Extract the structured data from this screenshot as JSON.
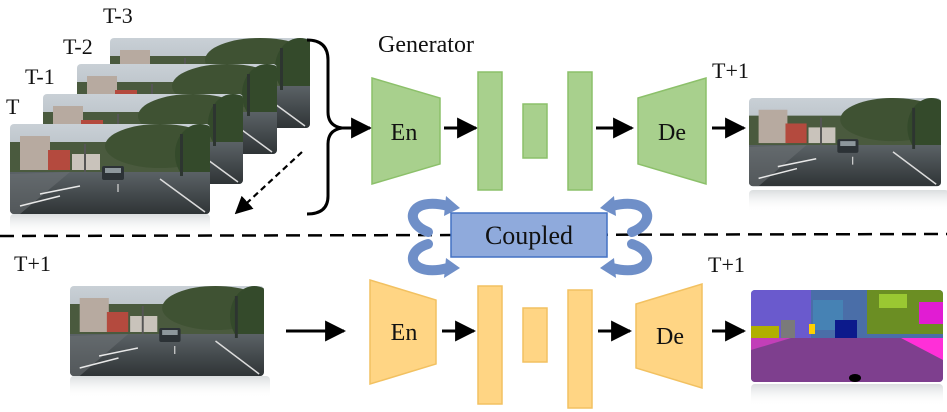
{
  "top": {
    "frame_labels": [
      "T-3",
      "T-2",
      "T-1",
      "T"
    ],
    "generator_title": "Generator",
    "encoder_label": "En",
    "decoder_label": "De",
    "output_label": "T+1"
  },
  "coupled_label": "Coupled",
  "bottom": {
    "input_label": "T+1",
    "encoder_label": "En",
    "decoder_label": "De",
    "output_label": "T+1"
  },
  "colors": {
    "green_fill": "#a8d08d",
    "green_stroke": "#70ad47",
    "orange_fill": "#ffd584",
    "orange_stroke": "#f4b942",
    "coupled_fill": "#8faadc",
    "coupled_stroke": "#4472c4"
  }
}
